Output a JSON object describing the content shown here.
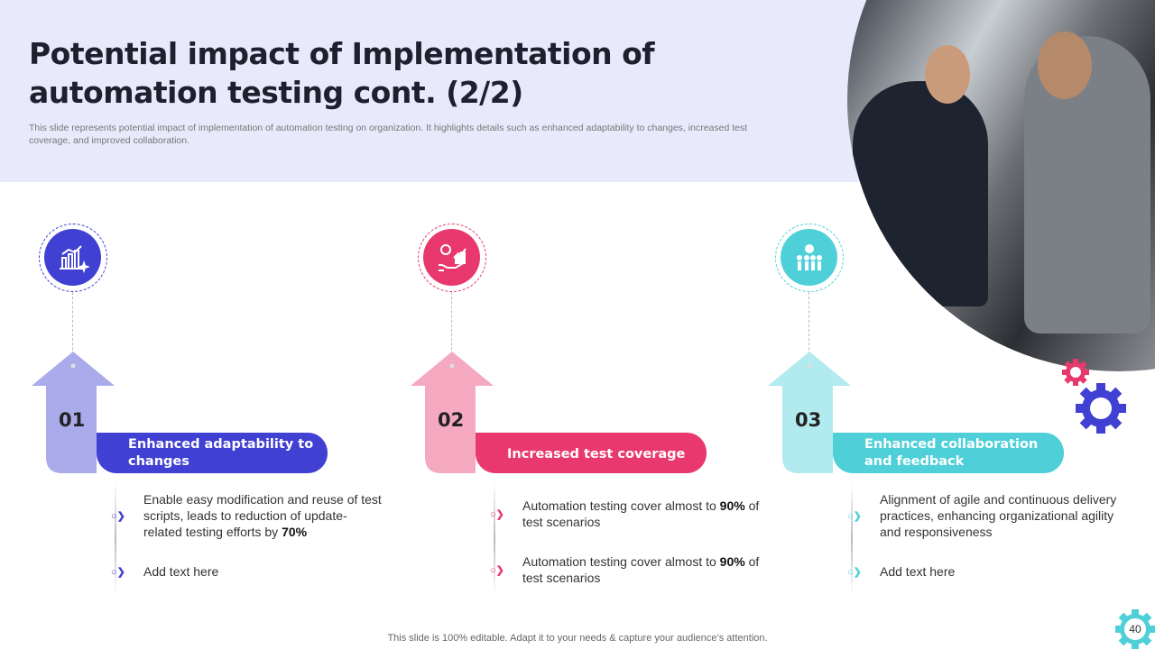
{
  "header": {
    "title": "Potential impact of Implementation of automation testing cont. (2/2)",
    "subtitle": "This slide represents potential impact of implementation of automation testing on organization. It highlights details such as enhanced adaptability to changes, increased test coverage, and improved collaboration."
  },
  "columns": [
    {
      "number": "01",
      "heading": "Enhanced adaptability to changes",
      "icon": "chart-growth-icon",
      "color": "#4040d2",
      "light": "#a9abea",
      "bullets": [
        {
          "text": "Enable easy modification and reuse of test scripts, leads to reduction of update-related testing efforts by ",
          "bold": "70%"
        },
        {
          "text": "Add text here",
          "bold": ""
        }
      ]
    },
    {
      "number": "02",
      "heading": "Increased test  coverage",
      "icon": "money-hand-growth-icon",
      "color": "#e8386e",
      "light": "#f5a9c1",
      "bullets": [
        {
          "text": "Automation testing cover almost to ",
          "bold": "90%",
          "after": " of test scenarios"
        },
        {
          "text": "Automation testing cover almost to ",
          "bold": "90%",
          "after": " of test scenarios"
        }
      ]
    },
    {
      "number": "03",
      "heading": "Enhanced collaboration and feedback",
      "icon": "team-gears-icon",
      "color": "#4fd0d9",
      "light": "#b1ebef",
      "bullets": [
        {
          "text": "Alignment of agile and continuous delivery practices, enhancing organizational agility and responsiveness",
          "bold": ""
        },
        {
          "text": "Add text here",
          "bold": ""
        }
      ]
    }
  ],
  "footer": "This slide is 100% editable. Adapt it to your needs & capture your audience’s attention.",
  "page_number": "40"
}
